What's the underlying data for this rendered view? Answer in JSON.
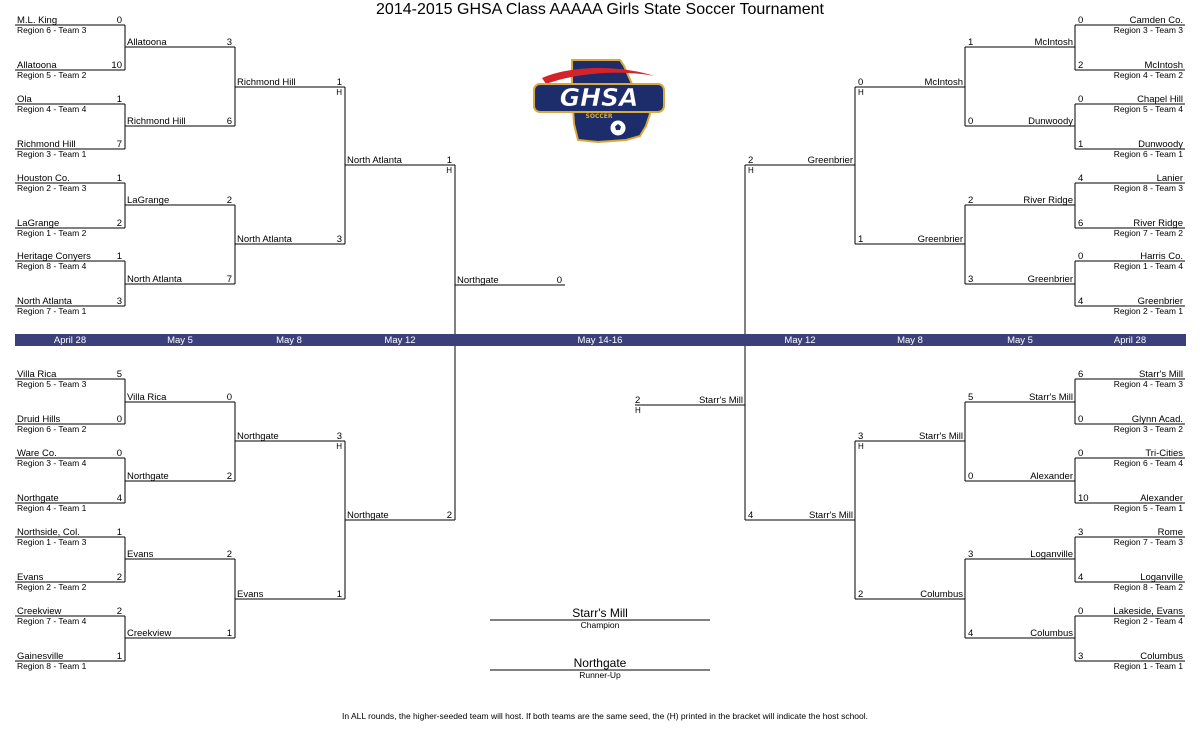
{
  "title": "2014-2015 GHSA Class AAAAA Girls State Soccer Tournament",
  "logo": {
    "text": "GHSA",
    "subtext": "SOCCER",
    "colors": {
      "navy": "#1d2d6b",
      "red": "#d5232a",
      "gold": "#d9a93b"
    }
  },
  "footnote": "In ALL rounds, the higher-seeded team will host.  If both teams are the same seed, the (H) printed in the bracket will indicate the host school.",
  "colors": {
    "date_bar": "#3b3f7a",
    "date_text": "#ffffff",
    "lines": "#000000"
  },
  "date_bar": [
    "April 28",
    "May 5",
    "May 8",
    "May 12",
    "May 14-16",
    "May 12",
    "May 8",
    "May 5",
    "April 28"
  ],
  "host_mark": "H",
  "left_top": {
    "r1": [
      {
        "name": "M.L. King",
        "seed": "Region 6 - Team 3",
        "score": "0"
      },
      {
        "name": "Allatoona",
        "seed": "Region 5 - Team 2",
        "score": "10"
      },
      {
        "name": "Ola",
        "seed": "Region 4 - Team 4",
        "score": "1"
      },
      {
        "name": "Richmond Hill",
        "seed": "Region 3 - Team 1",
        "score": "7"
      },
      {
        "name": "Houston Co.",
        "seed": "Region 2 - Team 3",
        "score": "1"
      },
      {
        "name": "LaGrange",
        "seed": "Region 1 - Team 2",
        "score": "2"
      },
      {
        "name": "Heritage Conyers",
        "seed": "Region 8 - Team 4",
        "score": "1"
      },
      {
        "name": "North Atlanta",
        "seed": "Region 7 - Team 1",
        "score": "3"
      }
    ],
    "r2": [
      {
        "name": "Allatoona",
        "score": "3"
      },
      {
        "name": "Richmond Hill",
        "score": "6"
      },
      {
        "name": "LaGrange",
        "score": "2"
      },
      {
        "name": "North Atlanta",
        "score": "7"
      }
    ],
    "r3": [
      {
        "name": "Richmond Hill",
        "score": "1",
        "host": true
      },
      {
        "name": "North Atlanta",
        "score": "3"
      }
    ],
    "r4": [
      {
        "name": "North Atlanta",
        "score": "1",
        "host": true
      }
    ]
  },
  "left_bottom": {
    "r1": [
      {
        "name": "Villa Rica",
        "seed": "Region 5 - Team 3",
        "score": "5"
      },
      {
        "name": "Druid Hills",
        "seed": "Region 6 - Team 2",
        "score": "0"
      },
      {
        "name": "Ware Co.",
        "seed": "Region 3 - Team 4",
        "score": "0"
      },
      {
        "name": "Northgate",
        "seed": "Region 4 - Team 1",
        "score": "4"
      },
      {
        "name": "Northside, Col.",
        "seed": "Region 1 - Team 3",
        "score": "1"
      },
      {
        "name": "Evans",
        "seed": "Region 2 - Team 2",
        "score": "2"
      },
      {
        "name": "Creekview",
        "seed": "Region 7 - Team 4",
        "score": "2"
      },
      {
        "name": "Gainesville",
        "seed": "Region 8 - Team 1",
        "score": "1"
      }
    ],
    "r2": [
      {
        "name": "Villa Rica",
        "score": "0"
      },
      {
        "name": "Northgate",
        "score": "2"
      },
      {
        "name": "Evans",
        "score": "2"
      },
      {
        "name": "Creekview",
        "score": "1"
      }
    ],
    "r3": [
      {
        "name": "Northgate",
        "score": "3",
        "host": true
      },
      {
        "name": "Evans",
        "score": "1"
      }
    ],
    "r4": [
      {
        "name": "Northgate",
        "score": "2"
      }
    ]
  },
  "right_top": {
    "r1": [
      {
        "name": "Camden Co.",
        "seed": "Region 3 - Team 3",
        "score": "0"
      },
      {
        "name": "McIntosh",
        "seed": "Region 4 - Team 2",
        "score": "2"
      },
      {
        "name": "Chapel Hill",
        "seed": "Region 5 - Team 4",
        "score": "0"
      },
      {
        "name": "Dunwoody",
        "seed": "Region 6 - Team 1",
        "score": "1"
      },
      {
        "name": "Lanier",
        "seed": "Region 8 - Team 3",
        "score": "4"
      },
      {
        "name": "River Ridge",
        "seed": "Region 7 - Team 2",
        "score": "6"
      },
      {
        "name": "Harris Co.",
        "seed": "Region 1 - Team 4",
        "score": "0"
      },
      {
        "name": "Greenbrier",
        "seed": "Region 2 - Team 1",
        "score": "4"
      }
    ],
    "r2": [
      {
        "name": "McIntosh",
        "score": "1"
      },
      {
        "name": "Dunwoody",
        "score": "0"
      },
      {
        "name": "River Ridge",
        "score": "2"
      },
      {
        "name": "Greenbrier",
        "score": "3"
      }
    ],
    "r3": [
      {
        "name": "McIntosh",
        "score": "0",
        "host": true
      },
      {
        "name": "Greenbrier",
        "score": "1"
      }
    ],
    "r4": [
      {
        "name": "Greenbrier",
        "score": "2",
        "host": true
      }
    ]
  },
  "right_bottom": {
    "r1": [
      {
        "name": "Starr's Mill",
        "seed": "Region 4 - Team 3",
        "score": "6"
      },
      {
        "name": "Glynn Acad.",
        "seed": "Region 3 - Team 2",
        "score": "0"
      },
      {
        "name": "Tri-Cities",
        "seed": "Region 6 - Team 4",
        "score": "0"
      },
      {
        "name": "Alexander",
        "seed": "Region 5 - Team 1",
        "score": "10"
      },
      {
        "name": "Rome",
        "seed": "Region 7 - Team 3",
        "score": "3"
      },
      {
        "name": "Loganville",
        "seed": "Region 8 - Team 2",
        "score": "4"
      },
      {
        "name": "Lakeside, Evans",
        "seed": "Region 2 - Team 4",
        "score": "0"
      },
      {
        "name": "Columbus",
        "seed": "Region 1 - Team 1",
        "score": "3"
      }
    ],
    "r2": [
      {
        "name": "Starr's Mill",
        "score": "5"
      },
      {
        "name": "Alexander",
        "score": "0"
      },
      {
        "name": "Loganville",
        "score": "3"
      },
      {
        "name": "Columbus",
        "score": "4"
      }
    ],
    "r3": [
      {
        "name": "Starr's Mill",
        "score": "3",
        "host": true
      },
      {
        "name": "Columbus",
        "score": "2"
      }
    ],
    "r4": [
      {
        "name": "Starr's Mill",
        "score": "4"
      }
    ]
  },
  "final": {
    "left": {
      "name": "Northgate",
      "score": "0"
    },
    "right": {
      "name": "Starr's Mill",
      "score": "2",
      "host": true
    }
  },
  "champion": {
    "name": "Starr's Mill",
    "label": "Champion"
  },
  "runner_up": {
    "name": "Northgate",
    "label": "Runner-Up"
  }
}
